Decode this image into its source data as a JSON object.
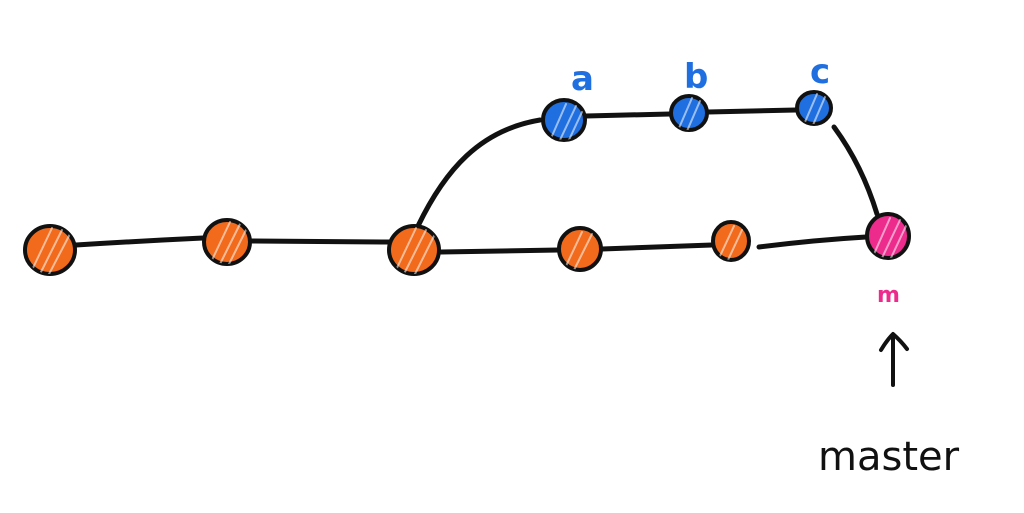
{
  "colors": {
    "main_commit": "#f26a1b",
    "feature_commit": "#1f6fe0",
    "merge_commit": "#ec2b8c",
    "edge": "#111111"
  },
  "commits": {
    "a": {
      "label": "a"
    },
    "b": {
      "label": "b"
    },
    "c": {
      "label": "c"
    },
    "m": {
      "label": "m"
    }
  },
  "branch": {
    "name": "master"
  }
}
